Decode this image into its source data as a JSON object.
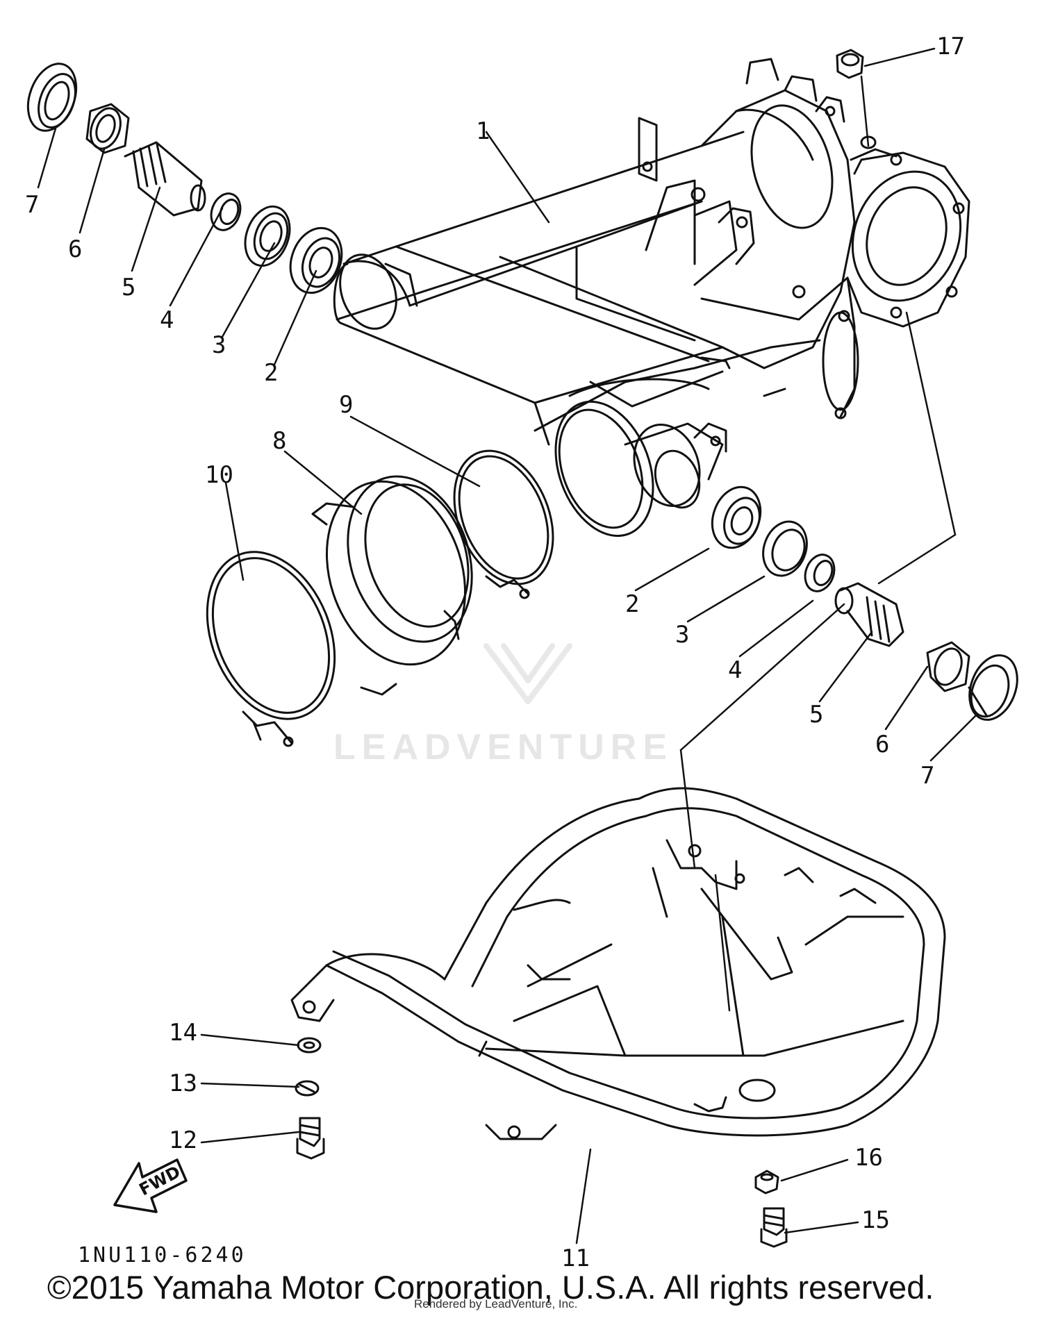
{
  "diagram": {
    "part_code": "1NU110-6240",
    "watermark": "LEADVENTURE",
    "fwd_label": "FWD",
    "copyright": "©2015 Yamaha Motor Corporation, U.S.A. All rights reserved.",
    "rendered_by": "Rendered by LeadVenture, Inc."
  },
  "callouts": {
    "c1": "1",
    "c2a": "2",
    "c3a": "3",
    "c4a": "4",
    "c5a": "5",
    "c6a": "6",
    "c7a": "7",
    "c2b": "2",
    "c3b": "3",
    "c4b": "4",
    "c5b": "5",
    "c6b": "6",
    "c7b": "7",
    "c8": "8",
    "c9": "9",
    "c10": "10",
    "c11": "11",
    "c12": "12",
    "c13": "13",
    "c14": "14",
    "c15": "15",
    "c16": "16",
    "c17": "17"
  }
}
